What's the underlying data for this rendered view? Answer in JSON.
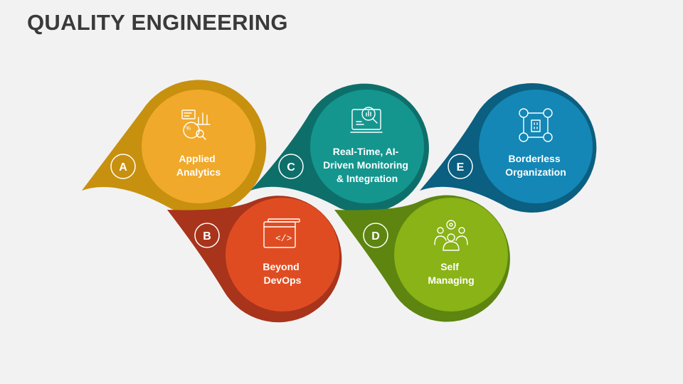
{
  "title": "QUALITY ENGINEERING",
  "steps": [
    {
      "letter": "A",
      "lines": [
        "Applied",
        "Analytics"
      ],
      "icon": "analytics-icon",
      "outer": "#c7900f",
      "inner": "#f0a92a"
    },
    {
      "letter": "B",
      "lines": [
        "Beyond",
        "DevOps"
      ],
      "icon": "code-window-icon",
      "outer": "#a8341c",
      "inner": "#e04c21"
    },
    {
      "letter": "C",
      "lines": [
        "Real-Time, AI-",
        "Driven Monitoring",
        "& Integration"
      ],
      "icon": "monitoring-icon",
      "outer": "#0e6f6a",
      "inner": "#14968f"
    },
    {
      "letter": "D",
      "lines": [
        "Self",
        "Managing"
      ],
      "icon": "team-gear-icon",
      "outer": "#5d8510",
      "inner": "#89b316"
    },
    {
      "letter": "E",
      "lines": [
        "Borderless",
        "Organization"
      ],
      "icon": "network-organization-icon",
      "outer": "#0b5f80",
      "inner": "#1487b6"
    }
  ]
}
